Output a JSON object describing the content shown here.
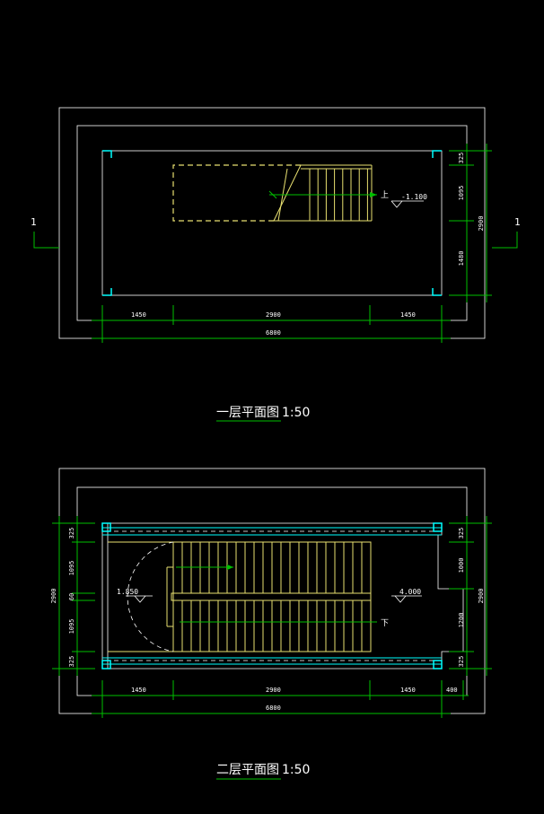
{
  "plan1": {
    "title": "一层平面图",
    "scale": "1:50",
    "section_mark_left": "1",
    "section_mark_right": "1",
    "up_label": "上",
    "level": "-1.100",
    "dims_bottom": [
      "1450",
      "2900",
      "1450"
    ],
    "dim_total": "6800",
    "dims_right": [
      "325",
      "1095",
      "1480"
    ],
    "dim_right_total": "2900"
  },
  "plan2": {
    "title": "二层平面图",
    "scale": "1:50",
    "down_label": "下",
    "level_left": "1.850",
    "level_right": "4.000",
    "dims_bottom": [
      "1450",
      "2900",
      "1450",
      "400"
    ],
    "dim_total": "6800",
    "dims_left": [
      "325",
      "1095",
      "60",
      "1095",
      "325"
    ],
    "dim_left_total": "2900",
    "dims_right": [
      "325",
      "1000",
      "1200",
      "325"
    ],
    "dim_right_total": "2900"
  },
  "colors": {
    "background": "#000000",
    "outline": "#ffffff",
    "stair": "#e8e070",
    "dimension": "#00c000",
    "column": "#00ffff"
  }
}
